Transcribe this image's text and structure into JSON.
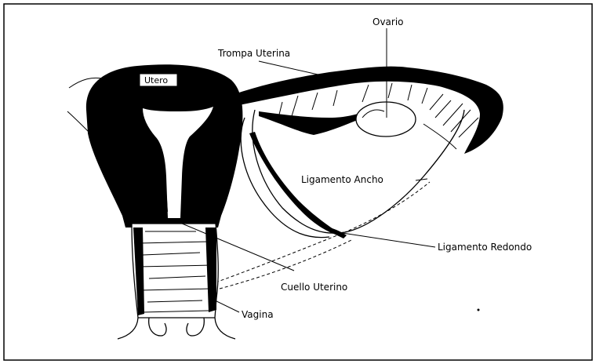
{
  "labels": {
    "ovario": "Ovario",
    "trompa": "Trompa Uterina",
    "utero": "Utero",
    "ligamento_ancho": "Ligamento Ancho",
    "ligamento_redondo": "Ligamento Redondo",
    "cuello": "Cuello Uterino",
    "vagina": "Vagina"
  },
  "colors": {
    "ink": "#000000",
    "paper": "#ffffff"
  }
}
